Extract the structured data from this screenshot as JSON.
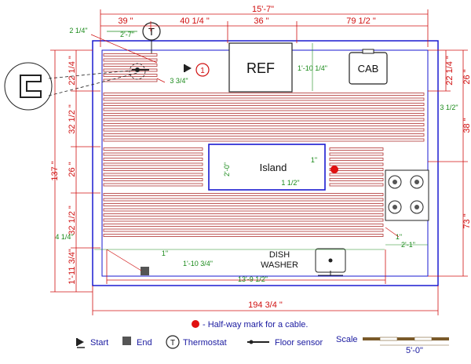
{
  "top_dims": {
    "overall": "15'-7\"",
    "d1": "39 \"",
    "d2": "40 1/4 \"",
    "d3": "36 \"",
    "d4": "79 1/2 \"",
    "d5": "2'-7\"",
    "d6": "2 1/4\""
  },
  "left_dims": {
    "overall": "137 \"",
    "d1": "22 1/4 \"",
    "d2": "32 1/2 \"",
    "d3": "26 \"",
    "d4": "32 1/2 \"",
    "d5": "1'-11 3/4\"",
    "d6": "4 1/4\""
  },
  "right_dims": {
    "d1": "22 1/4 \"",
    "d2": "26 \"",
    "d3": "38 \"",
    "d4": "73 \"",
    "d5": "3 1/2\""
  },
  "bottom_dims": {
    "overall": "194 3/4 \"",
    "d1": "13'-9 1/2\"",
    "d2": "1'-10 3/4\"",
    "d3": "1\""
  },
  "fixtures": {
    "fridge": "REF",
    "cabinet": "CAB",
    "island": "Island",
    "dishwasher_line1": "DISH",
    "dishwasher_line2": "WASHER",
    "thermostat_symbol": "T",
    "marker_number": "1"
  },
  "inner_dims": {
    "a": "3 3/4\"",
    "b": "1'-10 1/4\"",
    "c": "2'-0\"",
    "d": "1\"",
    "e": "1 1/2\"",
    "f": "1\"",
    "g": "2'-1\"",
    "h": "1\""
  },
  "legend": {
    "halfway": "- Half-way mark for a cable.",
    "start": "Start",
    "end": "End",
    "thermostat": "Thermostat",
    "floor_sensor": "Floor sensor",
    "scale_label": "Scale",
    "scale_value": "5'-0\""
  },
  "colors": {
    "room": "#1a1ad0",
    "cable": "#b03030",
    "dimension": "#d01010",
    "annotation": "#1a8a1a",
    "halfway_mark": "#e01010"
  }
}
